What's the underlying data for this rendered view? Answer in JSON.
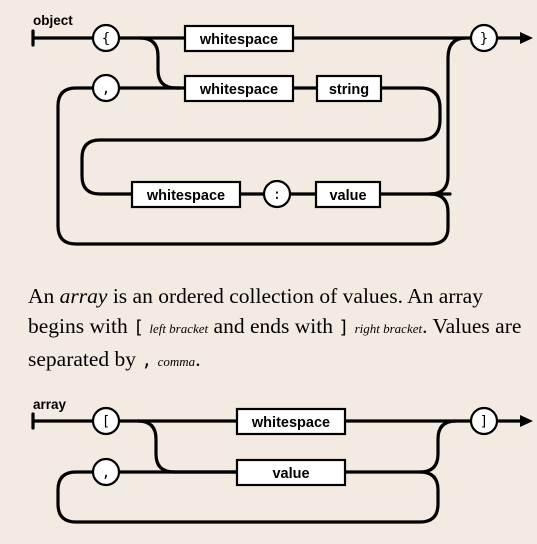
{
  "object_diagram": {
    "name": "object",
    "open_token": "{",
    "close_token": "}",
    "comma_token": ",",
    "colon_token": ":",
    "boxes": {
      "ws_top": "whitespace",
      "ws_key": "whitespace",
      "string": "string",
      "ws_val": "whitespace",
      "value": "value"
    }
  },
  "paragraph": {
    "p1": "An ",
    "array_word": "array",
    "p2": " is an ordered collection of values. An array begins with ",
    "lbracket": "[",
    "lbracket_name": "left bracket",
    "p3": " and ends with ",
    "rbracket": "]",
    "rbracket_name": "right bracket",
    "p4": ". Values are separated by ",
    "comma": ",",
    "comma_name": "comma",
    "p5": "."
  },
  "array_diagram": {
    "name": "array",
    "open_token": "[",
    "close_token": "]",
    "comma_token": ",",
    "boxes": {
      "whitespace": "whitespace",
      "value": "value"
    }
  }
}
